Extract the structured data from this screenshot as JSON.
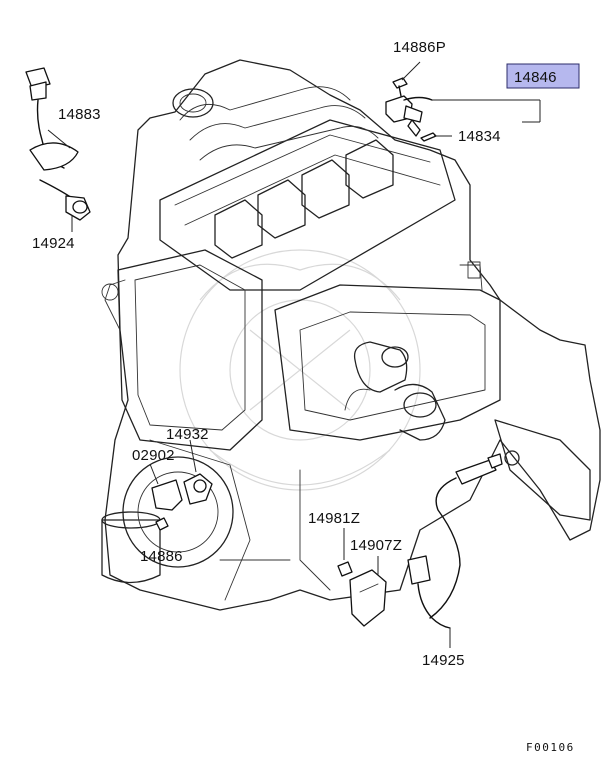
{
  "diagram": {
    "highlight_color": "#b6b8ee",
    "figure_code": "F00106",
    "parts": [
      {
        "id": "p14886P",
        "number": "14886P"
      },
      {
        "id": "p14846",
        "number": "14846",
        "highlighted": true
      },
      {
        "id": "p14834",
        "number": "14834"
      },
      {
        "id": "p14883",
        "number": "14883"
      },
      {
        "id": "p14924",
        "number": "14924"
      },
      {
        "id": "p14932",
        "number": "14932"
      },
      {
        "id": "p02902",
        "number": "02902"
      },
      {
        "id": "p14886",
        "number": "14886"
      },
      {
        "id": "p14981Z",
        "number": "14981Z"
      },
      {
        "id": "p14907Z",
        "number": "14907Z"
      },
      {
        "id": "p14925",
        "number": "14925"
      }
    ]
  }
}
